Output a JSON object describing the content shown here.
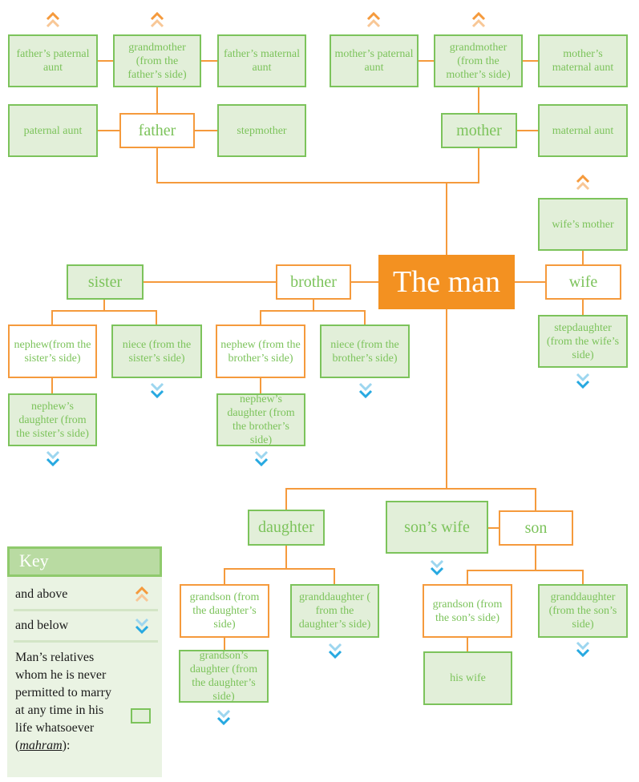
{
  "nodes": {
    "fathers_paternal_aunt": "father’s paternal aunt",
    "grandmother_fathers_side": "grandmother (from the father’s side)",
    "fathers_maternal_aunt": "father’s maternal aunt",
    "mothers_paternal_aunt": "mother’s paternal aunt",
    "grandmother_mothers_side": "grandmother (from the mother’s side)",
    "mothers_maternal_aunt": "mother’s maternal aunt",
    "paternal_aunt": "paternal aunt",
    "father": "father",
    "stepmother": "stepmother",
    "mother": "mother",
    "maternal_aunt": "maternal aunt",
    "wifes_mother": "wife’s mother",
    "sister": "sister",
    "brother": "brother",
    "the_man": "The man",
    "wife": "wife",
    "nephew_sisters_side": "nephew(from the sister’s side)",
    "niece_sisters_side": "niece (from the sister’s side)",
    "nephew_brothers_side": "nephew (from the brother’s side)",
    "niece_brothers_side": "niece (from the brother’s side)",
    "stepdaughter": "stepdaughter (from the wife’s side)",
    "nephews_daughter_sister": "nephew’s daughter (from the sister’s side)",
    "nephews_daughter_brother": "nephew’s daughter (from the brother’s side)",
    "daughter": "daughter",
    "sons_wife": "son’s wife",
    "son": "son",
    "grandson_daughters_side": "grandson (from the daughter’s side)",
    "granddaughter_daughters_side": "granddaughter ( from the daughter’s side)",
    "grandson_sons_side": "grandson (from the son’s side)",
    "granddaughter_sons_side": "granddaughter (from the son’s side)",
    "grandsons_daughter": "grandson’s daughter (from the daughter’s side)",
    "his_wife": "his wife"
  },
  "key": {
    "title": "Key",
    "and_above": "and above",
    "and_below": "and below",
    "mahram_prefix": "Man’s relatives whom he is never permitted to marry at any time in his life whatsoever (",
    "mahram_word": "mahram",
    "mahram_suffix": "):"
  },
  "colors": {
    "green_fill": "#e2efd9",
    "green_border": "#7cc35b",
    "orange": "#f59a3c",
    "man_fill": "#f39121",
    "down_arrow": "#27a9e1"
  },
  "icons": {
    "up": "double-chevron-up-icon",
    "down": "double-chevron-down-icon"
  }
}
